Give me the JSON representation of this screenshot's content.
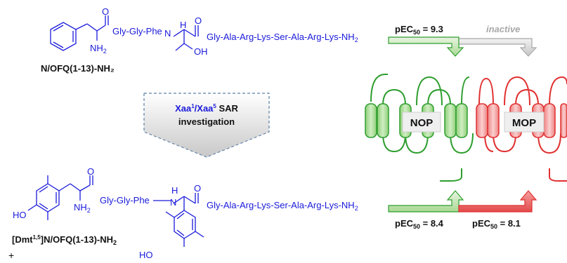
{
  "colors": {
    "molecule_blue": "#1a1adb",
    "nop_green": "#2e9e2e",
    "nop_fill": "#b7e0a5",
    "mop_red": "#e03030",
    "mop_fill": "#f5a8a8",
    "inactive_gray": "#a8a8a8",
    "sar_blue": "#1a1adb"
  },
  "top_molecule": {
    "name": "N/OFQ(1-13)-NH₂",
    "seq_1": "Gly-Gly-Phe",
    "nh_label": "N",
    "h_label": "H",
    "seq_2": "Gly-Ala-Arg-Lys-Ser-Ala-Arg-Lys-NH",
    "seq_2_sub": "2",
    "o1": "O",
    "o2": "O",
    "nh2": "NH",
    "nh2_sub": "2",
    "oh": "OH"
  },
  "bottom_molecule": {
    "name_prefix": "[Dmt",
    "name_sup": "1,5",
    "name_suffix": "]N/OFQ(1-13)-NH",
    "name_sub": "2",
    "seq_1": "Gly-Gly-Phe",
    "h_label": "H",
    "n_label": "N",
    "seq_2": "Gly-Ala-Arg-Lys-Ser-Ala-Arg-Lys-NH",
    "seq_2_sub": "2",
    "o1": "O",
    "o2": "O",
    "nh2": "NH",
    "nh2_sub": "2",
    "ho_left": "HO",
    "ho_bottom": "HO"
  },
  "sar_box": {
    "line1_a": "Xaa",
    "line1_a_sup": "1",
    "line1_sep": "/Xaa",
    "line1_b_sup": "5",
    "line1_rest": " SAR",
    "line2": "investigation"
  },
  "receptors": {
    "nop_label": "NOP",
    "mop_label": "MOP"
  },
  "potency": {
    "top_nop_prefix": "pEC",
    "top_nop_sub": "50",
    "top_nop_value": " = 9.3",
    "top_mop_label": "inactive",
    "bottom_nop_prefix": "pEC",
    "bottom_nop_sub": "50",
    "bottom_nop_value": " = 8.4",
    "bottom_mop_prefix": "pEC",
    "bottom_mop_sub": "50",
    "bottom_mop_value": " = 8.1"
  },
  "corner_mark": "+"
}
